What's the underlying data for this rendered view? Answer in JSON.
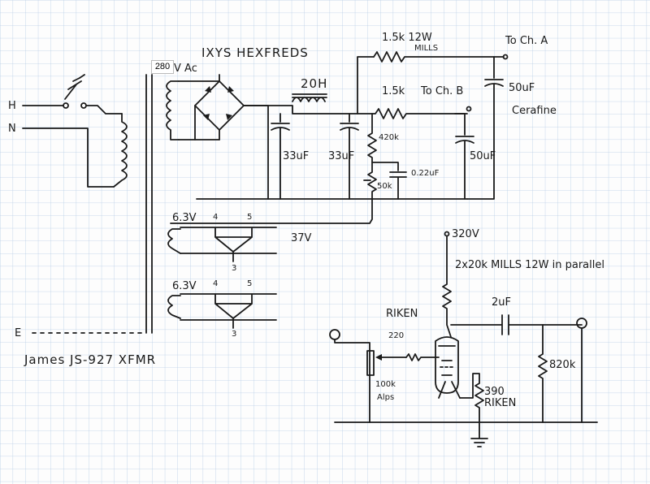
{
  "transformer": {
    "secondary_voltage_tag": "280",
    "hv_suffix": "V Ac",
    "name": "James JS-927 XFMR",
    "heater1": {
      "voltage": "6.3V",
      "pin_a": "4",
      "pin_b": "5",
      "pin_c": "3"
    },
    "heater2": {
      "voltage": "6.3V",
      "pin_a": "4",
      "pin_b": "5",
      "pin_c": "3"
    }
  },
  "mains": {
    "hot": "H",
    "neutral": "N",
    "earth": "E"
  },
  "rectifier": {
    "label": "IXYS HEXFREDS"
  },
  "filter": {
    "choke": "20H",
    "cap1": "33uF",
    "cap2": "33uF",
    "cap_ch_b": "50uF",
    "cap_ch_a_value": "50uF",
    "cap_ch_a_brand": "Cerafine",
    "bleeder": "420k",
    "trim": "50k",
    "bypass": "0.22uF",
    "bias_voltage": "37V"
  },
  "outputs": {
    "res_a": "1.5k 12W",
    "res_a_brand": "MILLS",
    "to_a": "To Ch. A",
    "res_b": "1.5k",
    "to_b": "To Ch. B"
  },
  "stage": {
    "b_plus": "320V",
    "plate_load": "2x20k MILLS 12W in parallel",
    "coupling_cap": "2uF",
    "grid_stopper_brand": "RIKEN",
    "grid_stopper": "220",
    "volume_pot": "100k",
    "volume_pot_brand": "Alps",
    "cathode_res": "390",
    "cathode_res_brand": "RIKEN",
    "grid_leak": "820k"
  }
}
